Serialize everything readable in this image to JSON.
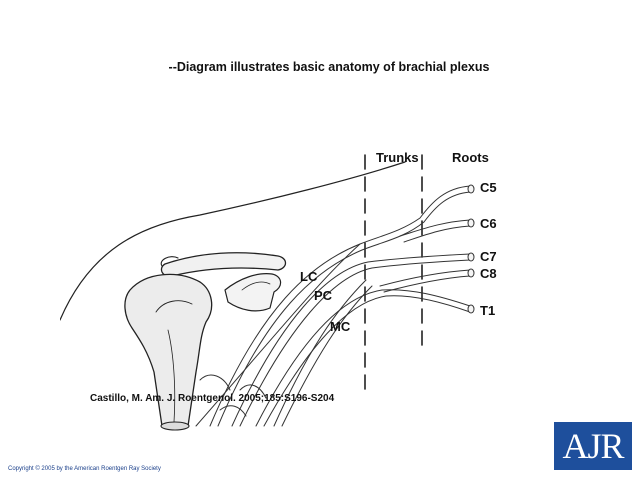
{
  "slide": {
    "title": "--Diagram illustrates basic anatomy of brachial plexus",
    "citation": "Castillo, M. Am. J. Roentgenol. 2005;185:S196-S204",
    "copyright": "Copyright © 2005 by the American Roentgen Ray Society"
  },
  "diagram": {
    "headers": {
      "trunks": "Trunks",
      "roots": "Roots"
    },
    "roots": [
      "C5",
      "C6",
      "C7",
      "C8",
      "T1"
    ],
    "cords": {
      "lateral": "LC",
      "posterior": "PC",
      "medial": "MC"
    }
  },
  "logo": {
    "text": "AJR",
    "color": "#1e4f9c"
  }
}
